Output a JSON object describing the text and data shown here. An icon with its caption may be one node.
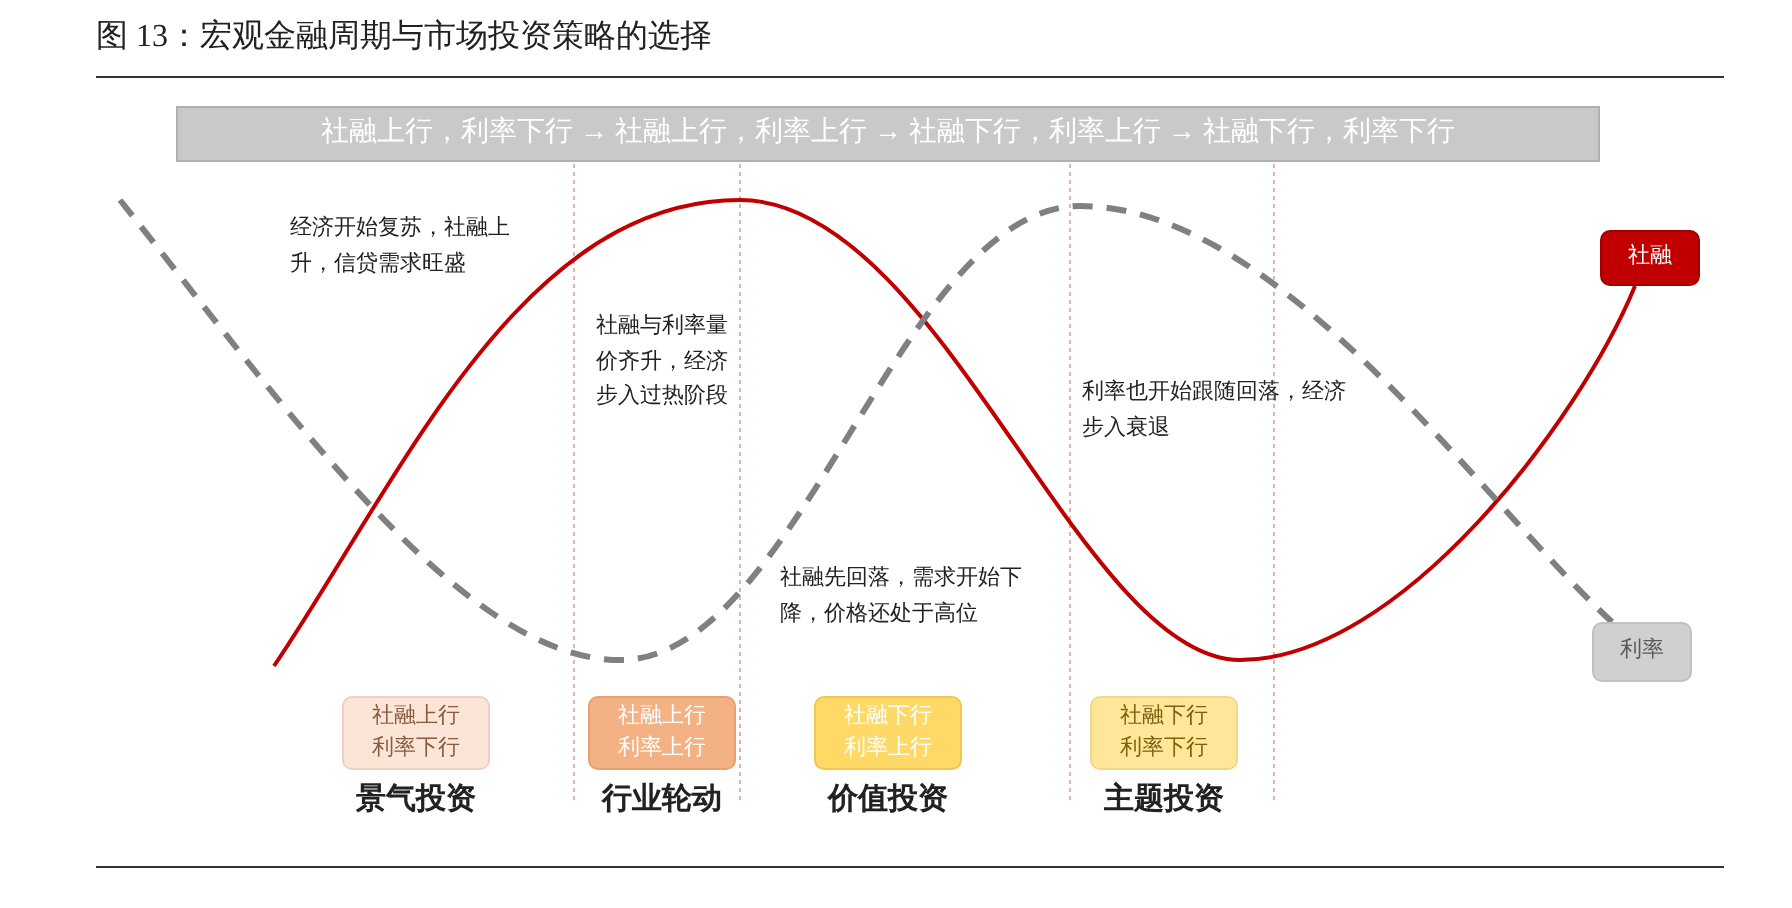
{
  "diagram": {
    "title": "图 13：宏观金融周期与市场投资策略的选择",
    "nodes": [
      {
        "text": [
          "社融上行，利率下行 → 社融上行，利率上行 → 社融下行，利率上行 → 社融下行，利率下行"
        ]
      },
      {
        "text": [
          "社融"
        ]
      },
      {
        "text": [
          "利率"
        ]
      },
      {
        "text": [
          "社融上行",
          "利率下行"
        ],
        "beside": [
          "景气投资"
        ]
      },
      {
        "text": [
          "社融上行",
          "利率上行"
        ],
        "beside": [
          "行业轮动"
        ]
      },
      {
        "text": [
          "社融下行",
          "利率上行"
        ],
        "beside": [
          "价值投资"
        ]
      },
      {
        "text": [
          "社融下行",
          "利率下行"
        ],
        "beside": [
          "主题投资"
        ]
      }
    ],
    "edges": [
      {
        "from": null,
        "to": 1,
        "arrow": "none",
        "color": "#c00000"
      },
      {
        "from": null,
        "to": 2,
        "arrow": "none",
        "style": "dashed",
        "color": "#808080"
      }
    ],
    "labels": [
      "经济开始复苏，社融上升，信贷需求旺盛",
      "社融与利率量价齐升，经济步入过热阶段",
      "社融先回落，需求开始下降，价格还处于高位",
      "利率也开始跟随回落，经济步入衰退"
    ]
  }
}
